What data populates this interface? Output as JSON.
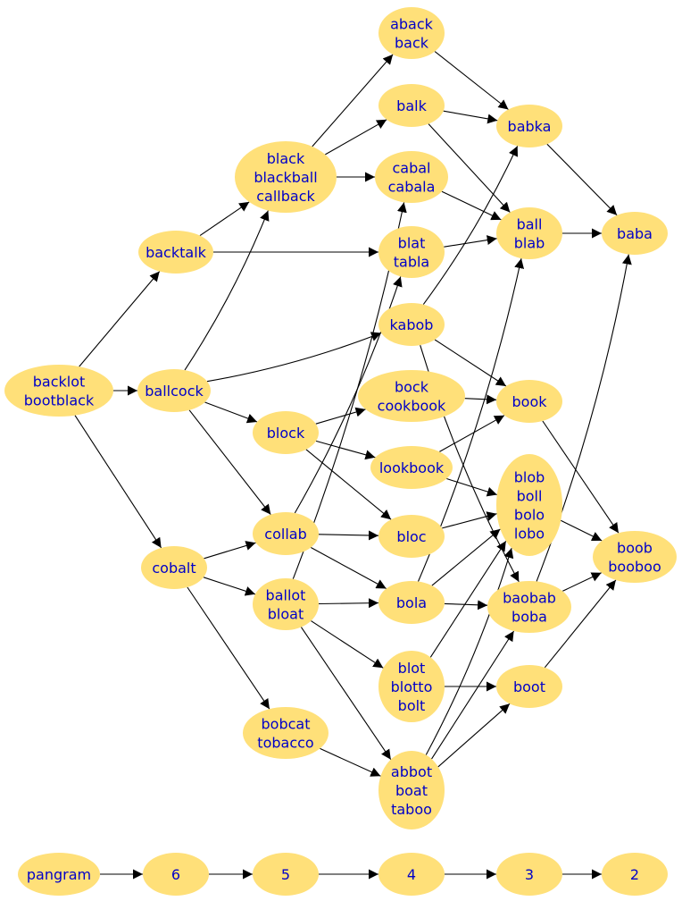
{
  "nodes": {
    "aback": [
      "aback",
      "back"
    ],
    "balk": [
      "balk"
    ],
    "babka": [
      "babka"
    ],
    "black": [
      "black",
      "blackball",
      "callback"
    ],
    "cabal": [
      "cabal",
      "cabala"
    ],
    "backtalk": [
      "backtalk"
    ],
    "blat": [
      "blat",
      "tabla"
    ],
    "ball": [
      "ball",
      "blab"
    ],
    "baba": [
      "baba"
    ],
    "kabob": [
      "kabob"
    ],
    "backlot": [
      "backlot",
      "bootblack"
    ],
    "ballcock": [
      "ballcock"
    ],
    "bock": [
      "bock",
      "cookbook"
    ],
    "book": [
      "book"
    ],
    "block": [
      "block"
    ],
    "lookbook": [
      "lookbook"
    ],
    "blob": [
      "blob",
      "boll",
      "bolo",
      "lobo"
    ],
    "collab": [
      "collab"
    ],
    "bloc": [
      "bloc"
    ],
    "boob": [
      "boob",
      "booboo"
    ],
    "cobalt": [
      "cobalt"
    ],
    "ballot": [
      "ballot",
      "bloat"
    ],
    "bola": [
      "bola"
    ],
    "baobab": [
      "baobab",
      "boba"
    ],
    "blot": [
      "blot",
      "blotto",
      "bolt"
    ],
    "boot": [
      "boot"
    ],
    "bobcat": [
      "bobcat",
      "tobacco"
    ],
    "abbot": [
      "abbot",
      "boat",
      "taboo"
    ],
    "pangram": [
      "pangram"
    ],
    "n6": [
      "6"
    ],
    "n5": [
      "5"
    ],
    "n4": [
      "4"
    ],
    "n3": [
      "3"
    ],
    "n2": [
      "2"
    ]
  },
  "edges": [
    [
      "backlot",
      "backtalk"
    ],
    [
      "backlot",
      "ballcock"
    ],
    [
      "backlot",
      "cobalt"
    ],
    [
      "backtalk",
      "black"
    ],
    [
      "backtalk",
      "blat"
    ],
    [
      "ballcock",
      "black"
    ],
    [
      "ballcock",
      "kabob"
    ],
    [
      "ballcock",
      "block"
    ],
    [
      "ballcock",
      "collab"
    ],
    [
      "cobalt",
      "collab"
    ],
    [
      "cobalt",
      "ballot"
    ],
    [
      "cobalt",
      "bobcat"
    ],
    [
      "black",
      "aback"
    ],
    [
      "black",
      "balk"
    ],
    [
      "black",
      "cabal"
    ],
    [
      "aback",
      "babka"
    ],
    [
      "balk",
      "babka"
    ],
    [
      "balk",
      "ball"
    ],
    [
      "cabal",
      "ball"
    ],
    [
      "blat",
      "ball"
    ],
    [
      "babka",
      "baba"
    ],
    [
      "ball",
      "baba"
    ],
    [
      "kabob",
      "babka"
    ],
    [
      "kabob",
      "book"
    ],
    [
      "kabob",
      "baobab"
    ],
    [
      "block",
      "bock"
    ],
    [
      "block",
      "lookbook"
    ],
    [
      "block",
      "bloc"
    ],
    [
      "bock",
      "book"
    ],
    [
      "lookbook",
      "book"
    ],
    [
      "lookbook",
      "blob"
    ],
    [
      "collab",
      "blat"
    ],
    [
      "collab",
      "bloc"
    ],
    [
      "collab",
      "bola"
    ],
    [
      "ballot",
      "cabal"
    ],
    [
      "ballot",
      "bola"
    ],
    [
      "ballot",
      "blot"
    ],
    [
      "ballot",
      "abbot"
    ],
    [
      "bloc",
      "blob"
    ],
    [
      "bola",
      "ball"
    ],
    [
      "bola",
      "blob"
    ],
    [
      "bola",
      "baobab"
    ],
    [
      "blot",
      "blob"
    ],
    [
      "blot",
      "boot"
    ],
    [
      "bobcat",
      "abbot"
    ],
    [
      "abbot",
      "blob"
    ],
    [
      "abbot",
      "baobab"
    ],
    [
      "abbot",
      "boot"
    ],
    [
      "book",
      "boob"
    ],
    [
      "blob",
      "boob"
    ],
    [
      "baobab",
      "boob"
    ],
    [
      "boot",
      "boob"
    ],
    [
      "baobab",
      "baba"
    ],
    [
      "pangram",
      "n6"
    ],
    [
      "n6",
      "n5"
    ],
    [
      "n5",
      "n4"
    ],
    [
      "n4",
      "n3"
    ],
    [
      "n3",
      "n2"
    ]
  ]
}
